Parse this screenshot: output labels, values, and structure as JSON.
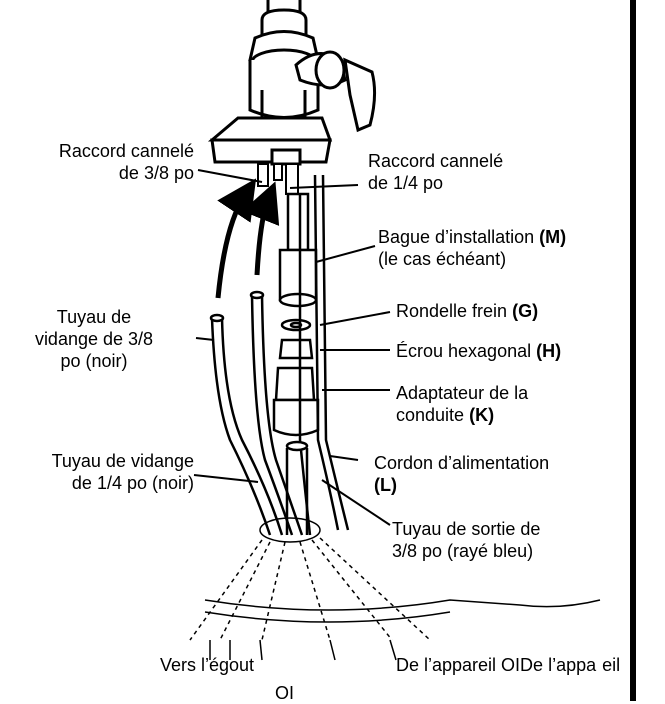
{
  "labels": {
    "barbed_3_8": {
      "lines": [
        "Raccord cannelé",
        "de 3/8 po"
      ]
    },
    "barbed_1_4": {
      "lines": [
        "Raccord cannelé",
        "de 1/4 po"
      ]
    },
    "ring": {
      "text": "Bague d’installation",
      "code": "(M)",
      "line2": "(le cas échéant)"
    },
    "washer": {
      "text": "Rondelle frein",
      "code": "(G)"
    },
    "nut": {
      "text": "Écrou hexagonal",
      "code": "(H)"
    },
    "adapter": {
      "line1": "Adaptateur de la",
      "line2": "conduite",
      "code": "(K)"
    },
    "cord": {
      "line1": "Cordon d’alimentation",
      "code": "(L)"
    },
    "drain_3_8": {
      "lines": [
        "Tuyau de",
        "vidange de 3/8",
        "po (noir)"
      ]
    },
    "drain_1_4": {
      "lines": [
        "Tuyau de vidange",
        "de 1/4 po (noir)"
      ]
    },
    "outlet": {
      "lines": [
        "Tuyau de sortie de",
        "3/8 po (rayé bleu)"
      ]
    },
    "to_drain": "Vers l’égout",
    "from_appliance": "De l’appareil OIDe l’appa",
    "from_appliance_tail": "eil",
    "oi": "OI"
  }
}
